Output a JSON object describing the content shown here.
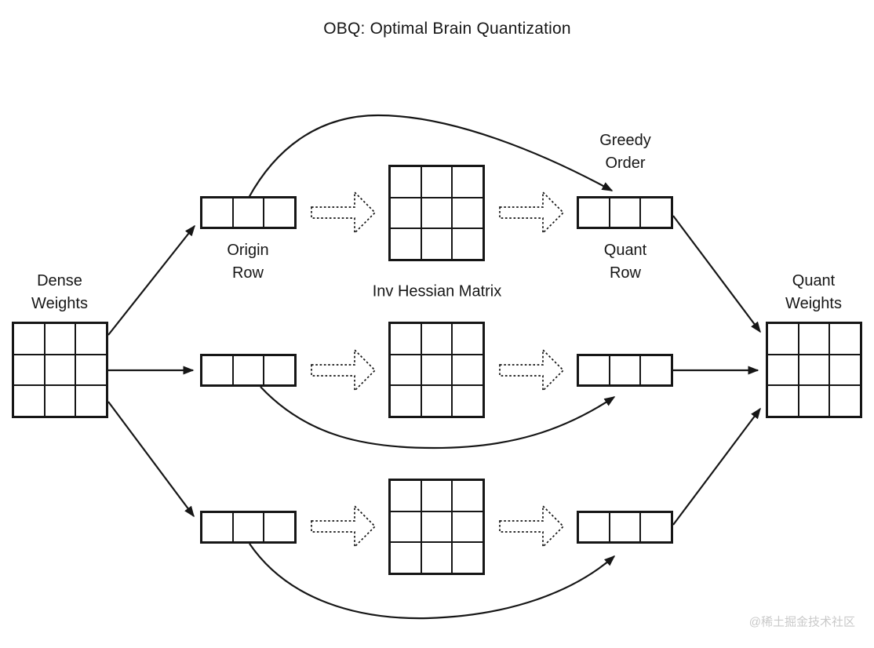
{
  "title": "OBQ: Optimal Brain Quantization",
  "watermark": "@稀土掘金技术社区",
  "colors": {
    "ink": "#161616",
    "background": "#ffffff",
    "watermark": "#c9c9c9"
  },
  "labels": {
    "dense_weights": "Dense\nWeights",
    "origin_row": "Origin\nRow",
    "inv_hessian": "Inv Hessian Matrix",
    "greedy_order": "Greedy\nOrder",
    "quant_row": "Quant\nRow",
    "quant_weights": "Quant\nWeights"
  },
  "diagram": {
    "type": "flow-diagram",
    "rows": 3,
    "dense_matrix_dims": "3x3",
    "row_vector_dims": "1x3",
    "inv_hessian_matrix_dims": "3x3",
    "quant_matrix_dims": "3x3"
  }
}
